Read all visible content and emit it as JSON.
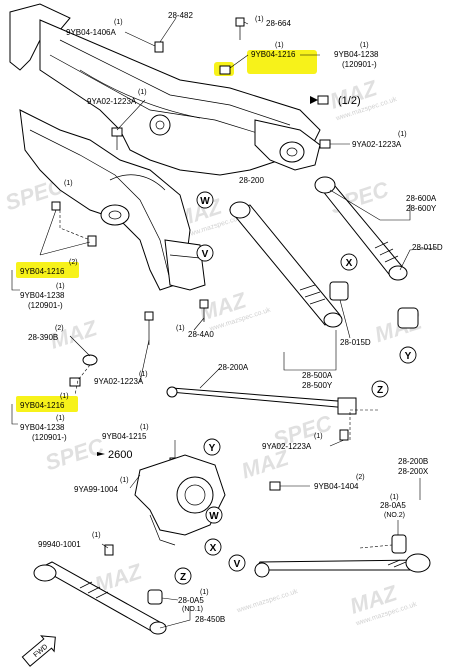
{
  "watermark": {
    "brand": "MAZ",
    "brand2": "SPEC",
    "site": "www.mazspec.co.uk"
  },
  "labels": {
    "l_28482": "28-482",
    "l_28664": "28-664",
    "l_9yb04_1406a": "9YB04-1406A",
    "l_9yb04_1216_top": "9YB04-1216",
    "l_9yb04_1238_top": "9YB04-1238",
    "l_120901_top": "(120901-)",
    "l_9ya02_1223a_a": "9YA02-1223A",
    "l_1_2": "(1/2)",
    "l_9ya02_1223a_b": "9YA02-1223A",
    "l_28600a": "28-600A",
    "l_28600y": "28-600Y",
    "l_28015d_r": "28-015D",
    "l_28200": "28-200",
    "l_9yb04_1216_mid": "9YB04-1216",
    "l_9yb04_1238_mid": "9YB04-1238",
    "l_120901_mid": "(120901-)",
    "l_28390b": "28-390B",
    "l_284a0": "28-4A0",
    "l_28015d_c": "28-015D",
    "l_28500a": "28-500A",
    "l_28500y": "28-500Y",
    "l_9ya02_1223a_c": "9YA02-1223A",
    "l_28200a": "28-200A",
    "l_9yb04_1216_low": "9YB04-1216",
    "l_9yb04_1238_low": "9YB04-1238",
    "l_120901_low": "(120901-)",
    "l_9yb04_1215": "9YB04-1215",
    "l_9ya02_1223a_d": "9YA02-1223A",
    "l_2600": "2600",
    "l_28200b": "28-200B",
    "l_28200x": "28-200X",
    "l_9ya99_1004": "9YA99-1004",
    "l_9yb04_1404": "9YB04-1404",
    "l_280a5_r": "28-0A5",
    "l_no2": "(NO.2)",
    "l_99940_1001": "99940-1001",
    "l_280a5_b": "28-0A5",
    "l_no1": "(NO.1)",
    "l_28450b": "28-450B",
    "l_fwd": "FWD"
  },
  "qty": {
    "one": "(1)",
    "two": "(2)"
  },
  "callouts": {
    "w": "W",
    "v": "V",
    "x": "X",
    "y": "Y",
    "z": "Z"
  },
  "colors": {
    "highlight": "#f7f21a",
    "line": "#000000",
    "watermark": "#c8c8c8"
  }
}
